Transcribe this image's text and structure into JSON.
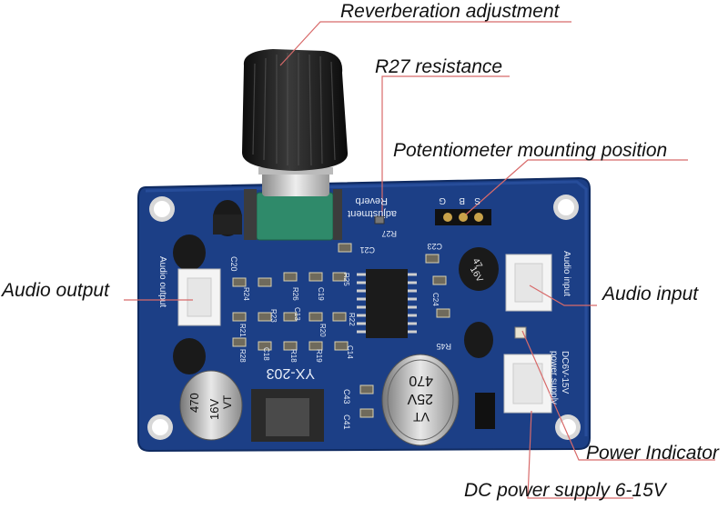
{
  "labels": {
    "reverb": "Reverberation adjustment",
    "r27": "R27 resistance",
    "pot_mount": "Potentiometer mounting position",
    "audio_output": "Audio output",
    "audio_input": "Audio input",
    "power_indicator": "Power Indicator",
    "dc_supply": "DC power supply 6-15V"
  },
  "board": {
    "model": "YX-203",
    "reverb_silk_1": "Reverb",
    "reverb_silk_2": "adjustment",
    "audio_output_silk": "Audio output",
    "audio_input_silk": "Audio input",
    "dc_silk_1": "DC6V-15V",
    "dc_silk_2": "power supply",
    "pin_labels": [
      "G",
      "B",
      "S"
    ],
    "cap_big_1": "470",
    "cap_big_2": "25V",
    "cap_big_3": "VT",
    "cap_left_1": "470",
    "cap_left_2": "16V",
    "cap_left_3": "VT",
    "cap_small_1": "47",
    "cap_small_2": "16V",
    "component_refs": [
      "C20",
      "C21",
      "R27",
      "C23",
      "R24",
      "R26",
      "C19",
      "R25",
      "R23",
      "C24",
      "R21",
      "R22",
      "C18",
      "R20",
      "C13",
      "R28",
      "R18",
      "R19",
      "C14",
      "R45",
      "C43",
      "C41"
    ]
  },
  "colors": {
    "pcb": "#1c3f86",
    "pcb_dark": "#14306b",
    "silk": "#e8eef8",
    "knob": "#1a1a1a",
    "pot_green": "#2f8a6a",
    "connector": "#f4f4f4",
    "callout_line": "#d86a6a"
  }
}
